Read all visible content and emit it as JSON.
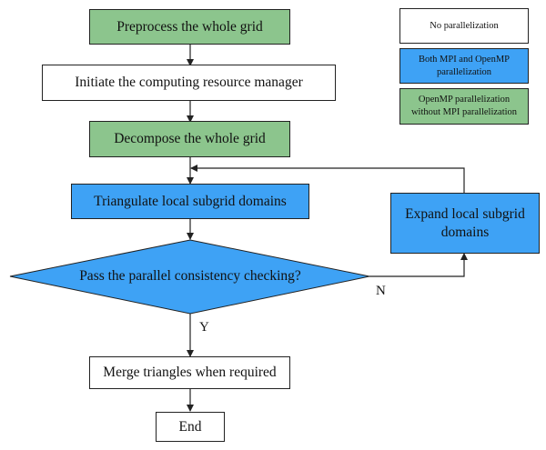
{
  "colors": {
    "green": "#8cc58d",
    "blue": "#3ea2f5",
    "white": "#ffffff",
    "stroke": "#222222"
  },
  "flow": {
    "preprocess": "Preprocess the whole grid",
    "initiate": "Initiate the computing resource manager",
    "decompose": "Decompose the whole grid",
    "triangulate": "Triangulate local subgrid domains",
    "check": "Pass the parallel consistency checking?",
    "expand": "Expand local subgrid domains",
    "merge": "Merge triangles when required",
    "end": "End",
    "label_yes": "Y",
    "label_no": "N"
  },
  "legend": {
    "none": "No parallelization",
    "both": "Both MPI and OpenMP parallelization",
    "openmp": "OpenMP parallelization without MPI parallelization"
  }
}
